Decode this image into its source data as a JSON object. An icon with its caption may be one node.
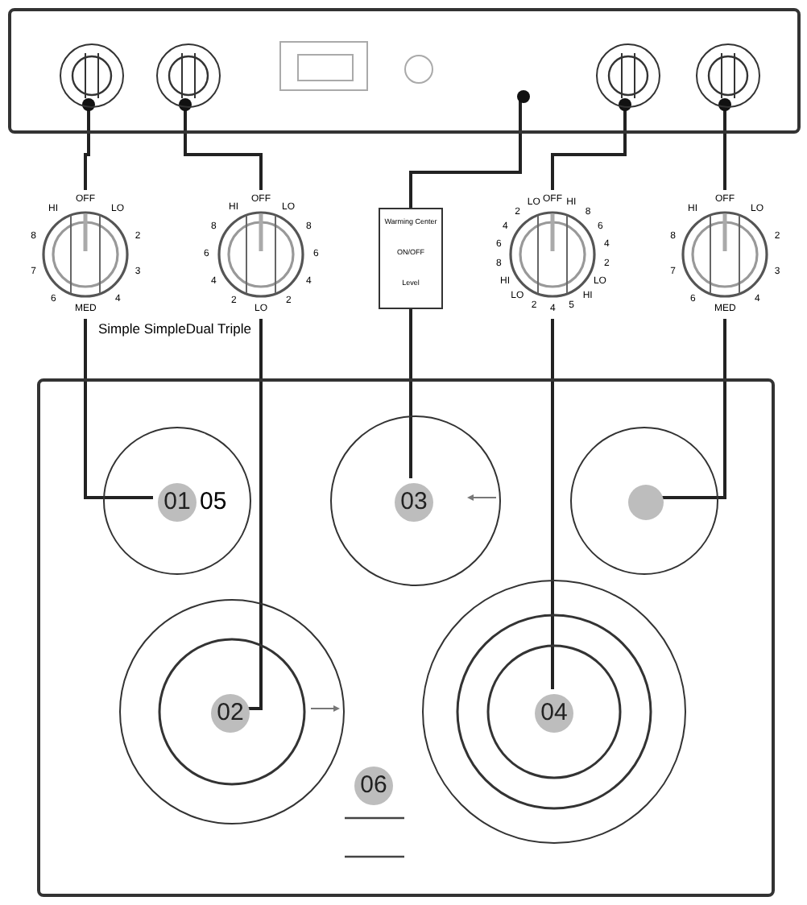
{
  "diagram": {
    "nodes": [
      {
        "text": [],
        "shape": "box"
      },
      {
        "text": [],
        "shape": "circle",
        "in": 0
      },
      {
        "text": [],
        "shape": "circle",
        "in": 0
      },
      {
        "text": [],
        "shape": "circle",
        "in": 0
      },
      {
        "text": [],
        "shape": "circle",
        "in": 0
      },
      {
        "text": [],
        "shape": "circle",
        "in": 0
      },
      {
        "text": [
          "OFF",
          "LO",
          "2",
          "3",
          "4",
          "MED",
          "6",
          "7",
          "8",
          "HI"
        ]
      },
      {
        "text": [
          "OFF",
          "LO",
          "8",
          "6",
          "4",
          "2",
          "LO",
          "2",
          "4",
          "6",
          "8",
          "HI"
        ]
      },
      {
        "text": [
          "Warming Center",
          "ON/OFF",
          "Level"
        ]
      },
      {
        "text": [
          "OFF",
          "HI",
          "8",
          "6",
          "4",
          "2",
          "LO",
          "HI",
          "5",
          "4",
          "2",
          "LO",
          "HI",
          "8",
          "6",
          "4",
          "2",
          "LO"
        ]
      },
      {
        "text": [
          "OFF",
          "LO",
          "2",
          "3",
          "4",
          "MED",
          "6",
          "7",
          "8",
          "HI"
        ]
      },
      {
        "text": [],
        "shape": "box"
      },
      {
        "text": [
          "01",
          "05"
        ],
        "in": 11
      },
      {
        "text": [
          "03"
        ],
        "in": 11
      },
      {
        "text": [],
        "shape": "circle",
        "in": 11
      },
      {
        "text": [
          "02"
        ],
        "in": 11
      },
      {
        "text": [
          "04"
        ],
        "in": 11
      }
    ],
    "edges": [
      {
        "from": 1,
        "to": 6,
        "arrow": "other"
      },
      {
        "from": 2,
        "to": 7,
        "arrow": "other"
      },
      {
        "from": 3,
        "to": 8,
        "arrow": "none"
      },
      {
        "from": 4,
        "to": 9,
        "arrow": "other"
      },
      {
        "from": 5,
        "to": 10,
        "arrow": "other"
      },
      {
        "from": 6,
        "to": 12,
        "arrow": "none"
      },
      {
        "from": 7,
        "to": 15,
        "arrow": "none"
      },
      {
        "from": 8,
        "to": 13,
        "arrow": "none"
      },
      {
        "from": 9,
        "to": 16,
        "arrow": "none"
      },
      {
        "from": 10,
        "to": 14,
        "arrow": "none"
      }
    ],
    "labels": [
      "Simple SimpleDual Triple",
      "06"
    ]
  }
}
